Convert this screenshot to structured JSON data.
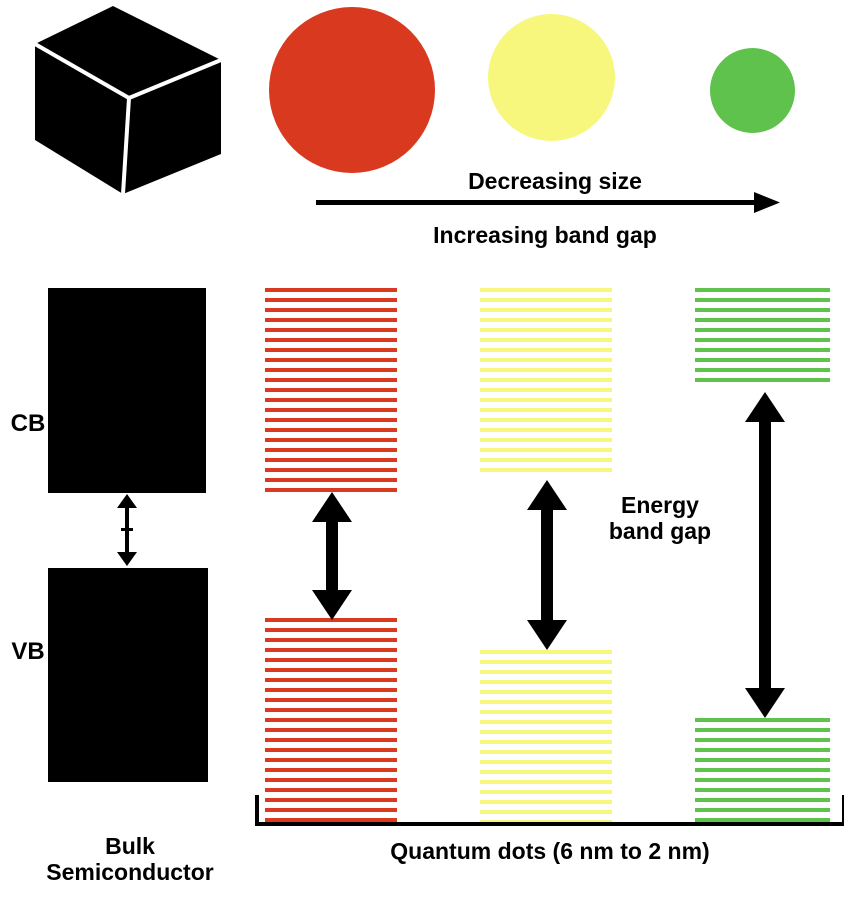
{
  "diagram": {
    "header": {
      "decreasing_size": "Decreasing size",
      "increasing_band_gap": "Increasing band gap"
    },
    "bulk": {
      "cb": "CB",
      "vb": "VB",
      "caption": "Bulk Semiconductor"
    },
    "dots_section": {
      "energy_band_gap": "Energy band gap",
      "caption": "Quantum dots (6 nm to 2 nm)"
    },
    "colors": {
      "red": "#d8391f",
      "yellow": "#f8f77d",
      "green": "#5fc24c",
      "black": "#000000"
    }
  }
}
